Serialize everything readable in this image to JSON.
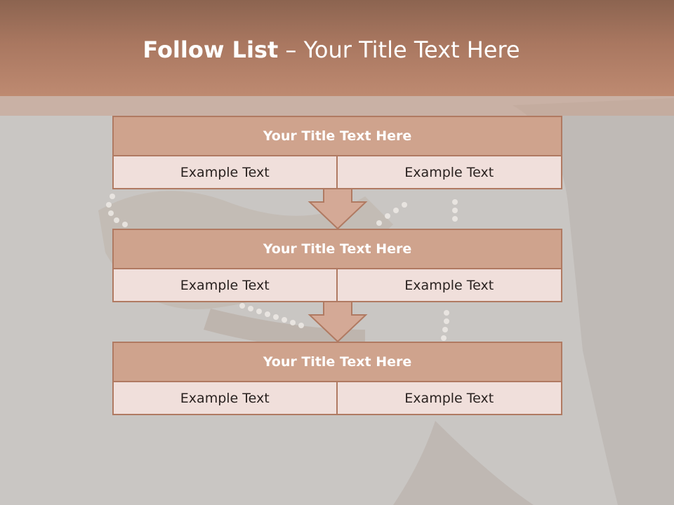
{
  "slide": {
    "title_bold": "Follow List",
    "title_rest": " – Your Title Text Here"
  },
  "steps": [
    {
      "title": "Your Title Text Here",
      "left": "Example Text",
      "right": "Example Text"
    },
    {
      "title": "Your Title Text Here",
      "left": "Example Text",
      "right": "Example Text"
    },
    {
      "title": "Your Title Text Here",
      "left": "Example Text",
      "right": "Example Text"
    }
  ],
  "colors": {
    "header": "#a97760",
    "block_title": "#cfa38d",
    "block_body": "#f0dfdb",
    "border": "#b07a62"
  }
}
